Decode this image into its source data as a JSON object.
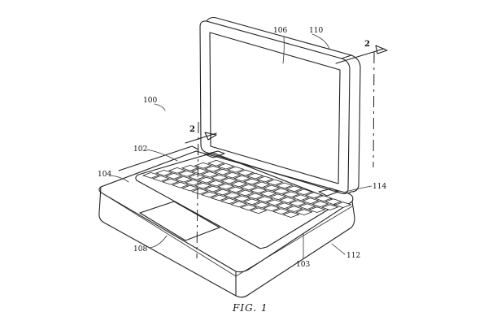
{
  "figure": {
    "caption": "FIG. 1",
    "labels": {
      "device": "100",
      "top_case": "102",
      "keyboard": "103",
      "base": "104",
      "display": "106",
      "trackpad": "108",
      "lid": "110",
      "housing": "112",
      "hinge": "114"
    },
    "section_marks": {
      "upper": "2",
      "lower": "2"
    }
  }
}
